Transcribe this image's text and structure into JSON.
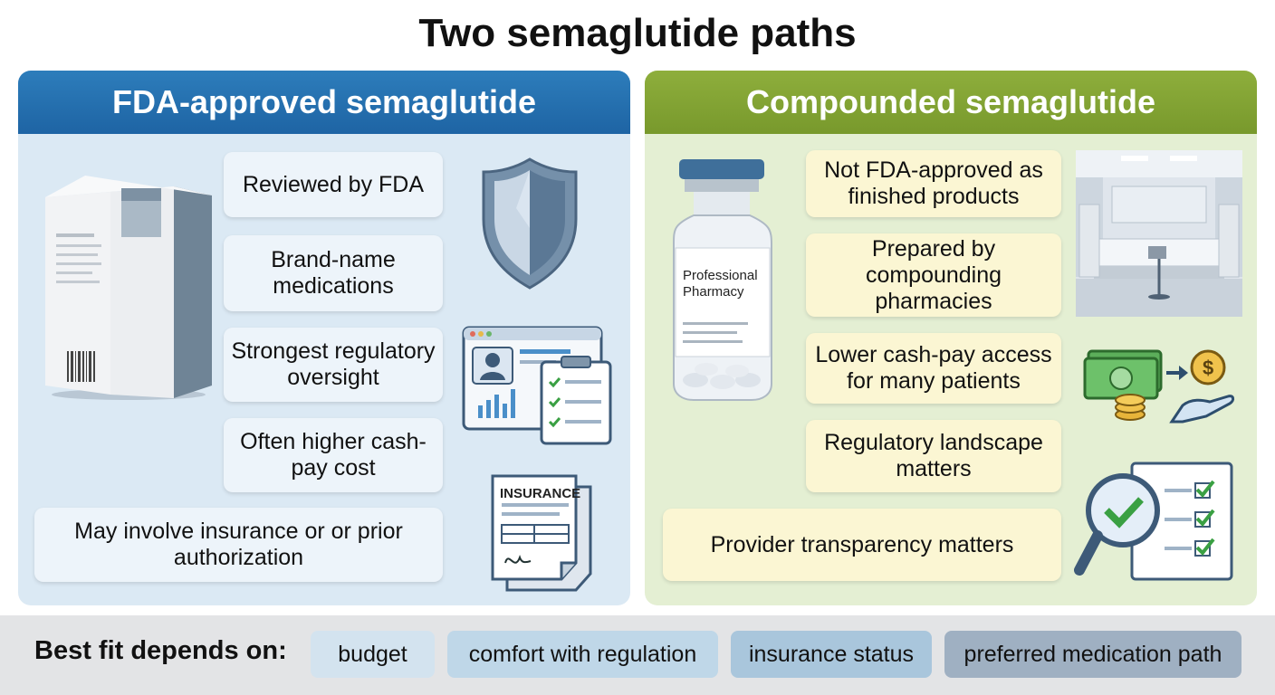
{
  "title": "Two semaglutide paths",
  "left_panel": {
    "heading": "FDA-approved semaglutide",
    "cards": [
      "Reviewed by FDA",
      "Brand-name medications",
      "Strongest regulatory oversight",
      "Often higher cash-pay cost",
      "May involve insurance or or prior authorization"
    ],
    "insurance_doc_label": "INSURANCE"
  },
  "right_panel": {
    "heading": "Compounded semaglutide",
    "cards": [
      "Not FDA-approved as finished products",
      "Prepared by compounding pharmacies",
      "Lower cash-pay access for many patients",
      "Regulatory landscape matters",
      "Provider transparency matters"
    ],
    "vial_label_line1": "Professional",
    "vial_label_line2": "Pharmacy"
  },
  "bottom": {
    "label": "Best fit depends on:",
    "chips": [
      "budget",
      "comfort with regulation",
      "insurance status",
      "preferred medication path"
    ]
  },
  "colors": {
    "left_header": "#1e64a4",
    "right_header": "#78992c",
    "left_bg": "#dbe9f4",
    "right_bg": "#e4efd3"
  }
}
